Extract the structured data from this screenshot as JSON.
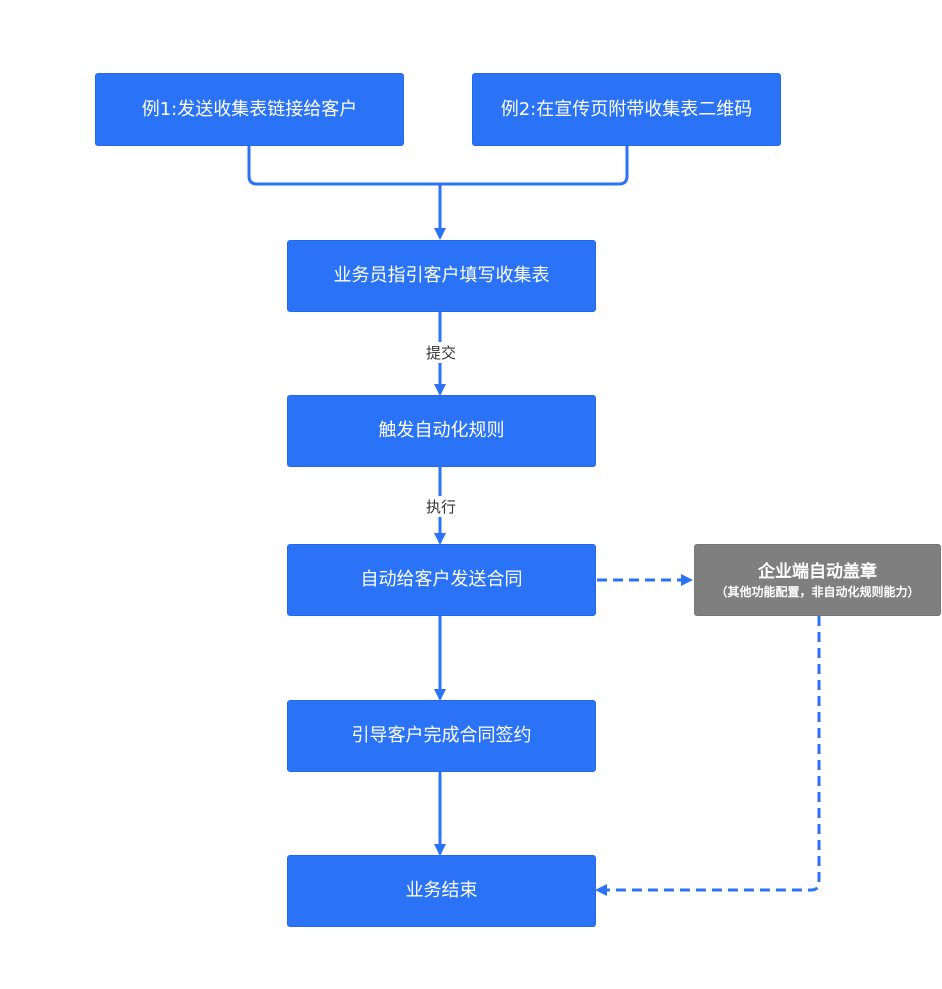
{
  "colors": {
    "primary": "#2b73f6",
    "secondary_box": "#7f7f7f",
    "connector": "#2b73f6",
    "label_text": "#333333"
  },
  "flowchart": {
    "nodes": {
      "example_1": "例1:发送收集表链接给客户",
      "example_2": "例2:在宣传页附带收集表二维码",
      "guide_fill_form": "业务员指引客户填写收集表",
      "trigger_rule": "触发自动化规则",
      "auto_send_contract": "自动给客户发送合同",
      "enterprise_stamp": {
        "title": "企业端自动盖章",
        "note": "（其他功能配置，非自动化规则能力）"
      },
      "guide_sign": "引导客户完成合同签约",
      "business_end": "业务结束"
    },
    "edge_labels": {
      "submit": "提交",
      "execute": "执行"
    }
  }
}
